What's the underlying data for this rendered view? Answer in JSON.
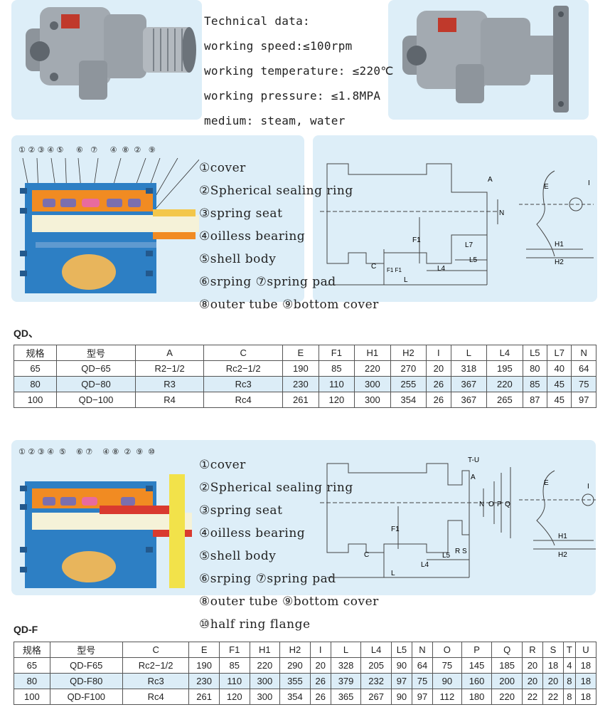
{
  "technical": {
    "lines": [
      "Technical data:",
      "working speed:≤100rpm",
      "working temperature: ≤220℃",
      "working pressure: ≤1.8MPA",
      "medium:  steam,  water"
    ]
  },
  "legend1": {
    "callouts": [
      "①",
      "②",
      "③",
      "④",
      "⑤",
      "⑥",
      "⑦",
      "④",
      "⑧",
      "②",
      "⑨"
    ],
    "lines": [
      "①cover",
      "②Spherical sealing ring",
      "③spring seat",
      "④oilless bearing",
      "⑤shell body",
      "⑥srping  ⑦spring pad",
      "⑧outer tube ⑨bottom cover"
    ]
  },
  "legend2": {
    "callouts": [
      "①",
      "②",
      "③",
      "④",
      "⑤",
      "⑥",
      "⑦",
      "④",
      "⑧",
      "②",
      "⑨",
      "⑩"
    ],
    "lines": [
      "①cover",
      "②Spherical sealing ring",
      "③spring seat",
      "④oilless bearing",
      "⑤shell body",
      "⑥srping  ⑦spring pad",
      "⑧outer tube ⑨bottom cover",
      "⑩half ring flange"
    ]
  },
  "drawing1": {
    "labels": {
      "A": "A",
      "N": "N",
      "F1": "F1",
      "L7": "L7",
      "C": "C",
      "FF": "F1 F1",
      "L4": "L4",
      "L5": "L5",
      "L": "L",
      "E": "E",
      "I": "I",
      "H1": "H1",
      "H2": "H2"
    }
  },
  "drawing2": {
    "labels": {
      "TU": "T-U",
      "A": "A",
      "N": "N",
      "O": "O",
      "P": "P",
      "Q": "Q",
      "F1": "F1",
      "C": "C",
      "RS": "R S",
      "L4": "L4",
      "L5": "L5",
      "L": "L",
      "E": "E",
      "I": "I",
      "H1": "H1",
      "H2": "H2"
    }
  },
  "table1": {
    "title": "QD、",
    "headers": [
      "规格",
      "型号",
      "A",
      "C",
      "E",
      "F1",
      "H1",
      "H2",
      "I",
      "L",
      "L4",
      "L5",
      "L7",
      "N"
    ],
    "rows": [
      [
        "65",
        "QD−65",
        "R2−1/2",
        "Rc2−1/2",
        "190",
        "85",
        "220",
        "270",
        "20",
        "318",
        "195",
        "80",
        "40",
        "64"
      ],
      [
        "80",
        "QD−80",
        "R3",
        "Rc3",
        "230",
        "110",
        "300",
        "255",
        "26",
        "367",
        "220",
        "85",
        "45",
        "75"
      ],
      [
        "100",
        "QD−100",
        "R4",
        "Rc4",
        "261",
        "120",
        "300",
        "354",
        "26",
        "367",
        "265",
        "87",
        "45",
        "97"
      ]
    ]
  },
  "table2": {
    "title": "QD-F",
    "headers": [
      "规格",
      "型号",
      "C",
      "E",
      "F1",
      "H1",
      "H2",
      "I",
      "L",
      "L4",
      "L5",
      "N",
      "O",
      "P",
      "Q",
      "R",
      "S",
      "T",
      "U"
    ],
    "rows": [
      [
        "65",
        "QD-F65",
        "Rc2−1/2",
        "190",
        "85",
        "220",
        "290",
        "20",
        "328",
        "205",
        "90",
        "64",
        "75",
        "145",
        "185",
        "20",
        "18",
        "4",
        "18"
      ],
      [
        "80",
        "QD-F80",
        "Rc3",
        "230",
        "110",
        "300",
        "355",
        "26",
        "379",
        "232",
        "97",
        "75",
        "90",
        "160",
        "200",
        "20",
        "20",
        "8",
        "18"
      ],
      [
        "100",
        "QD-F100",
        "Rc4",
        "261",
        "120",
        "300",
        "354",
        "26",
        "365",
        "267",
        "90",
        "97",
        "112",
        "180",
        "220",
        "22",
        "22",
        "8",
        "18"
      ]
    ]
  }
}
